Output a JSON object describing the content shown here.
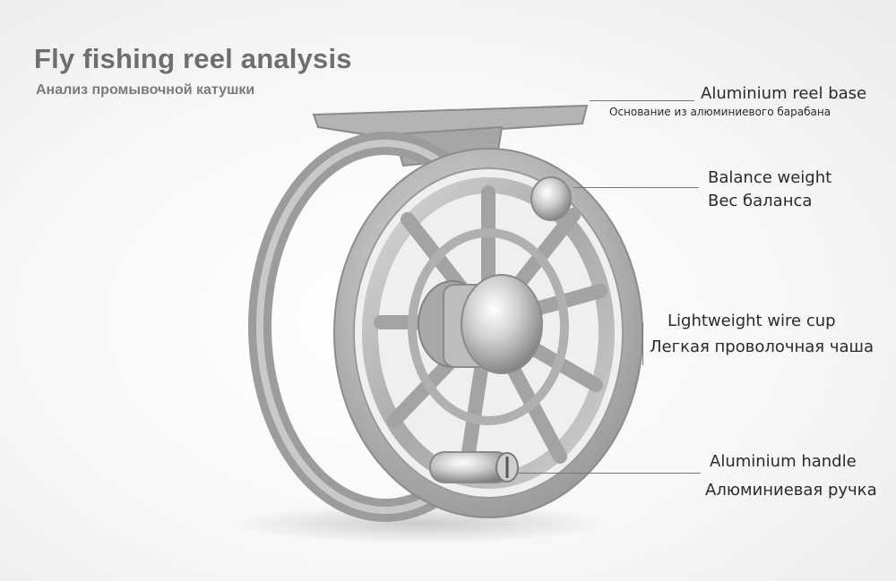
{
  "header": {
    "title": "Fly fishing reel analysis",
    "subtitle": "Анализ промывочной катушки"
  },
  "callouts": [
    {
      "en": "Aluminium reel base",
      "ru": "Основание из алюминиевого барабана"
    },
    {
      "en": "Balance weight",
      "ru": "Вес баланса"
    },
    {
      "en": "Lightweight wire cup",
      "ru": "Легкая проволочная чаша"
    },
    {
      "en": "Aluminium handle",
      "ru": "Алюминиевая ручка"
    }
  ]
}
